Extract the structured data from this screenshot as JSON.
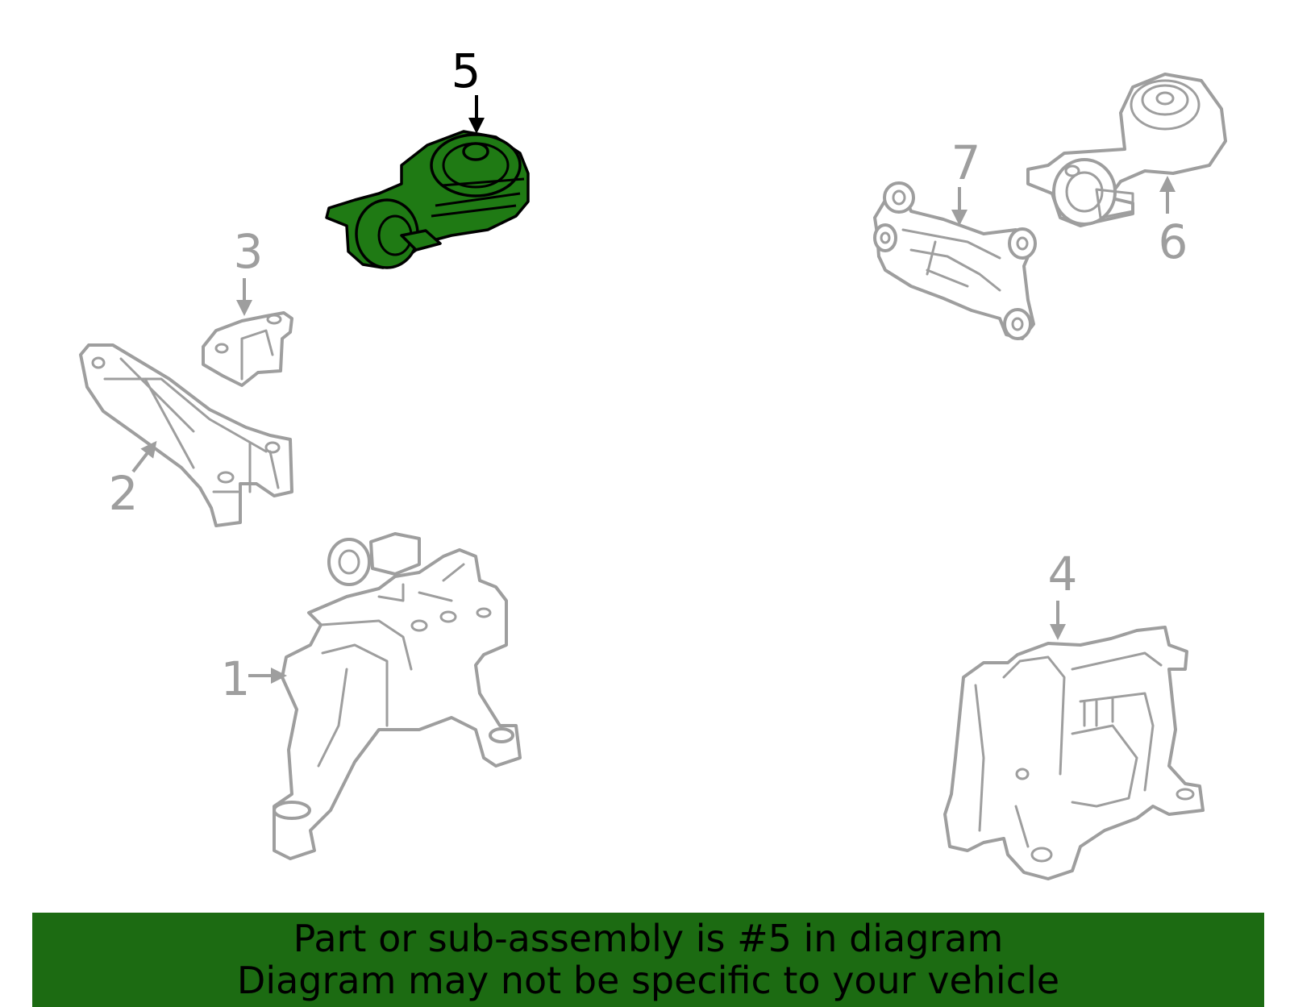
{
  "diagram": {
    "highlighted_part": "5",
    "callouts": [
      "5",
      "3",
      "2",
      "1",
      "7",
      "6",
      "4"
    ],
    "colors": {
      "highlight": "#1f7a14",
      "outline": "#9e9e9e",
      "banner": "#1c6b12"
    }
  },
  "banner": {
    "line1": "Part or sub-assembly is #5 in diagram",
    "line2": "Diagram may not be specific to your vehicle"
  }
}
